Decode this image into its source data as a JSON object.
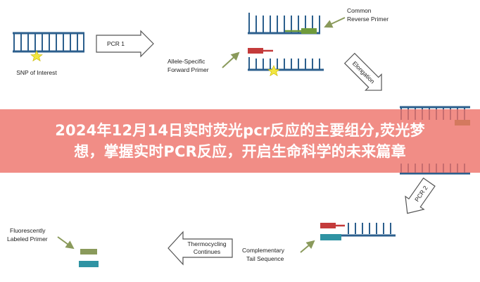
{
  "diagram": {
    "labels": {
      "snp_of_interest": "SNP of Interest",
      "pcr1": "PCR 1",
      "allele_specific_1": "Allele-Specific",
      "allele_specific_2": "Forward Primer",
      "common_reverse_1": "Common",
      "common_reverse_2": "Reverse Primer",
      "elongation": "Elongation",
      "pcr2": "PCR 2",
      "complementary_1": "Complementary",
      "complementary_2": "Tail Sequence",
      "thermocycling_1": "Thermocycling",
      "thermocycling_2": "Continues",
      "fluorescently_1": "Fluorescently",
      "fluorescently_2": "Labeled Primer"
    },
    "colors": {
      "dna_strand": "#2c5f8d",
      "snp_star": "#f2e640",
      "primer_red": "#c43b3b",
      "primer_green": "#6f9a3b",
      "tail_teal": "#2f93a3",
      "label_olive": "#8a9a5b",
      "arrow_outline": "#555555"
    }
  },
  "banner": {
    "line1": "2024年12月14日实时荧光pcr反应的主要组分,荧光梦",
    "line2": "想，掌握实时PCR反应，开启生命科学的未来篇章"
  }
}
